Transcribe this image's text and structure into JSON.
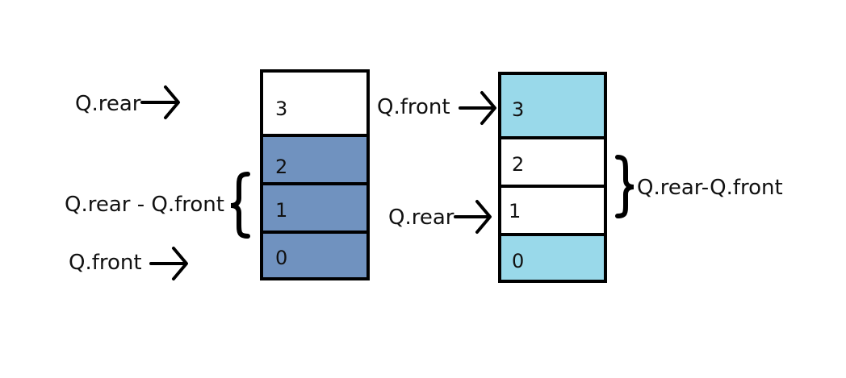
{
  "colors": {
    "dark_fill": "#7092bf",
    "light_fill": "#99d9ea",
    "empty_fill": "#ffffff",
    "stroke": "#000000"
  },
  "left_queue": {
    "cells": [
      {
        "index": "3",
        "fill": "empty"
      },
      {
        "index": "2",
        "fill": "dark"
      },
      {
        "index": "1",
        "fill": "dark"
      },
      {
        "index": "0",
        "fill": "dark"
      }
    ],
    "rear_label": "Q.rear",
    "front_label": "Q.front",
    "brace_label": "Q.rear - Q.front"
  },
  "right_queue": {
    "cells": [
      {
        "index": "3",
        "fill": "light"
      },
      {
        "index": "2",
        "fill": "empty"
      },
      {
        "index": "1",
        "fill": "empty"
      },
      {
        "index": "0",
        "fill": "light"
      }
    ],
    "front_label": "Q.front",
    "rear_label": "Q.rear",
    "brace_label": "Q.rear-Q.front"
  }
}
